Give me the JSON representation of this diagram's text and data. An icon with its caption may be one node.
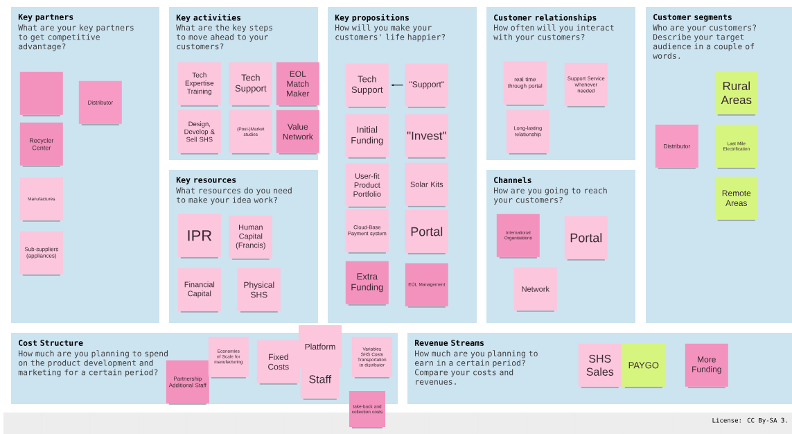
{
  "diagram": {
    "nodes": [
      {
        "text": [
          "Key partners",
          "What are your key partners to get competitive advantage?"
        ]
      },
      {
        "text": [
          "Key activities",
          "What are the key steps to move ahead to your customers?"
        ]
      },
      {
        "text": [
          "Key resources",
          "What resources do you need to make your idea work?"
        ]
      },
      {
        "text": [
          "Key propositions",
          "How will you make your customers' life happier?"
        ]
      },
      {
        "text": [
          "Customer relationships",
          "How often will you interact with your customers?"
        ]
      },
      {
        "text": [
          "Channels",
          "How are you going to reach your customers?"
        ]
      },
      {
        "text": [
          "Customer segments",
          "Who are your customers? Describe your target audience in a couple of words."
        ]
      },
      {
        "text": [
          "Cost Structure",
          "How much are you planning to spend on the product development and marketing for a certain period?"
        ]
      },
      {
        "text": [
          "Revenue Streams",
          "How much are you planning to earn in a certain period? Compare your costs and revenues."
        ]
      },
      {
        "text": [],
        "shape": "box",
        "in": 0
      },
      {
        "text": [
          "Distributor"
        ],
        "in": 0
      },
      {
        "text": [
          "Recycler Center"
        ],
        "in": 0
      },
      {
        "text": [
          "Manufactures"
        ],
        "in": 0
      },
      {
        "text": [
          "Sub-suppliers (appliances)"
        ],
        "in": 0
      },
      {
        "text": [
          "Tech Expertise Training"
        ],
        "in": 1
      },
      {
        "text": [
          "Tech Support"
        ],
        "in": 1
      },
      {
        "text": [
          "EOL Match Maker"
        ],
        "in": 1
      },
      {
        "text": [
          "Design, Develop & Sell SHS"
        ],
        "in": 1
      },
      {
        "text": [
          "(Post-)Market studies"
        ],
        "in": 1
      },
      {
        "text": [
          "Value Network"
        ],
        "in": 1
      },
      {
        "text": [
          "IPR"
        ],
        "in": 2
      },
      {
        "text": [
          "Human Capital (Francis)"
        ],
        "in": 2
      },
      {
        "text": [
          "Financial Capital"
        ],
        "in": 2
      },
      {
        "text": [
          "Physical SHS"
        ],
        "in": 2
      },
      {
        "text": [
          "Tech Support"
        ],
        "in": 3
      },
      {
        "text": [
          "\"Support\""
        ],
        "in": 3
      },
      {
        "text": [
          "Initial Funding"
        ],
        "in": 3
      },
      {
        "text": [
          "\"Invest\""
        ],
        "in": 3
      },
      {
        "text": [
          "User-fit Product Portfolio"
        ],
        "in": 3
      },
      {
        "text": [
          "Solar Kits"
        ],
        "in": 3
      },
      {
        "text": [
          "Cloud-Base Payment system"
        ],
        "in": 3
      },
      {
        "text": [
          "Portal"
        ],
        "in": 3
      },
      {
        "text": [
          "Extra Funding"
        ],
        "in": 3
      },
      {
        "text": [
          "EOL Management"
        ],
        "in": 3
      },
      {
        "text": [
          "real time through portal"
        ],
        "in": 4
      },
      {
        "text": [
          "Support Service whenever needed"
        ],
        "in": 4
      },
      {
        "text": [
          "Long-lasting relationship"
        ],
        "in": 4
      },
      {
        "text": [
          "International Organisations"
        ],
        "in": 5
      },
      {
        "text": [
          "Portal"
        ],
        "in": 5
      },
      {
        "text": [
          "Network"
        ],
        "in": 5
      },
      {
        "text": [
          "Distributor"
        ],
        "in": 6
      },
      {
        "text": [
          "Rural Areas"
        ],
        "in": 6
      },
      {
        "text": [
          "Last Mile Electrification"
        ],
        "in": 6
      },
      {
        "text": [
          "Remote Areas"
        ],
        "in": 6
      },
      {
        "text": [
          "Partnership Additional Staff"
        ],
        "in": 7
      },
      {
        "text": [
          "Economies of Scale for manufacturing"
        ],
        "in": 7
      },
      {
        "text": [
          "Fixed Costs"
        ],
        "in": 7
      },
      {
        "text": [
          "Platform"
        ]
      },
      {
        "text": [
          "Staff"
        ],
        "in": 7
      },
      {
        "text": [
          "Variables SHS Costs Transportation to distributor"
        ],
        "in": 7
      },
      {
        "text": [
          "take-back and collection costs"
        ]
      },
      {
        "text": [
          "SHS Sales"
        ],
        "in": 8
      },
      {
        "text": [
          "PAYGO"
        ],
        "in": 8
      },
      {
        "text": [
          "More Funding"
        ],
        "in": 8
      }
    ],
    "edges": [
      {
        "from": 25,
        "to": 24,
        "arrow": "to"
      }
    ],
    "labels": [
      "License: CC By-SA 3."
    ]
  }
}
